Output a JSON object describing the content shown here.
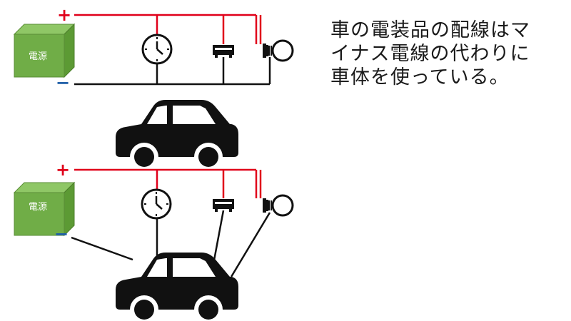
{
  "top_panel": {
    "power_label": "電源",
    "plus_symbol": "+",
    "minus_symbol": "−"
  },
  "bottom_panel": {
    "power_label": "電源",
    "plus_symbol": "+",
    "minus_symbol": "−"
  },
  "caption": {
    "lines": [
      "車の電装品の配線はマ",
      "イナス電線の代わりに",
      "車体を使っている。"
    ]
  },
  "colors": {
    "positive_wire": "#e0001a",
    "negative_wire": "#111111",
    "power_box": "#70ad47",
    "plus_sign": "#e0001a",
    "minus_sign": "#1f5fa8"
  },
  "icons": [
    "clock-icon",
    "radio-icon",
    "light-bulb-icon",
    "car-icon"
  ]
}
